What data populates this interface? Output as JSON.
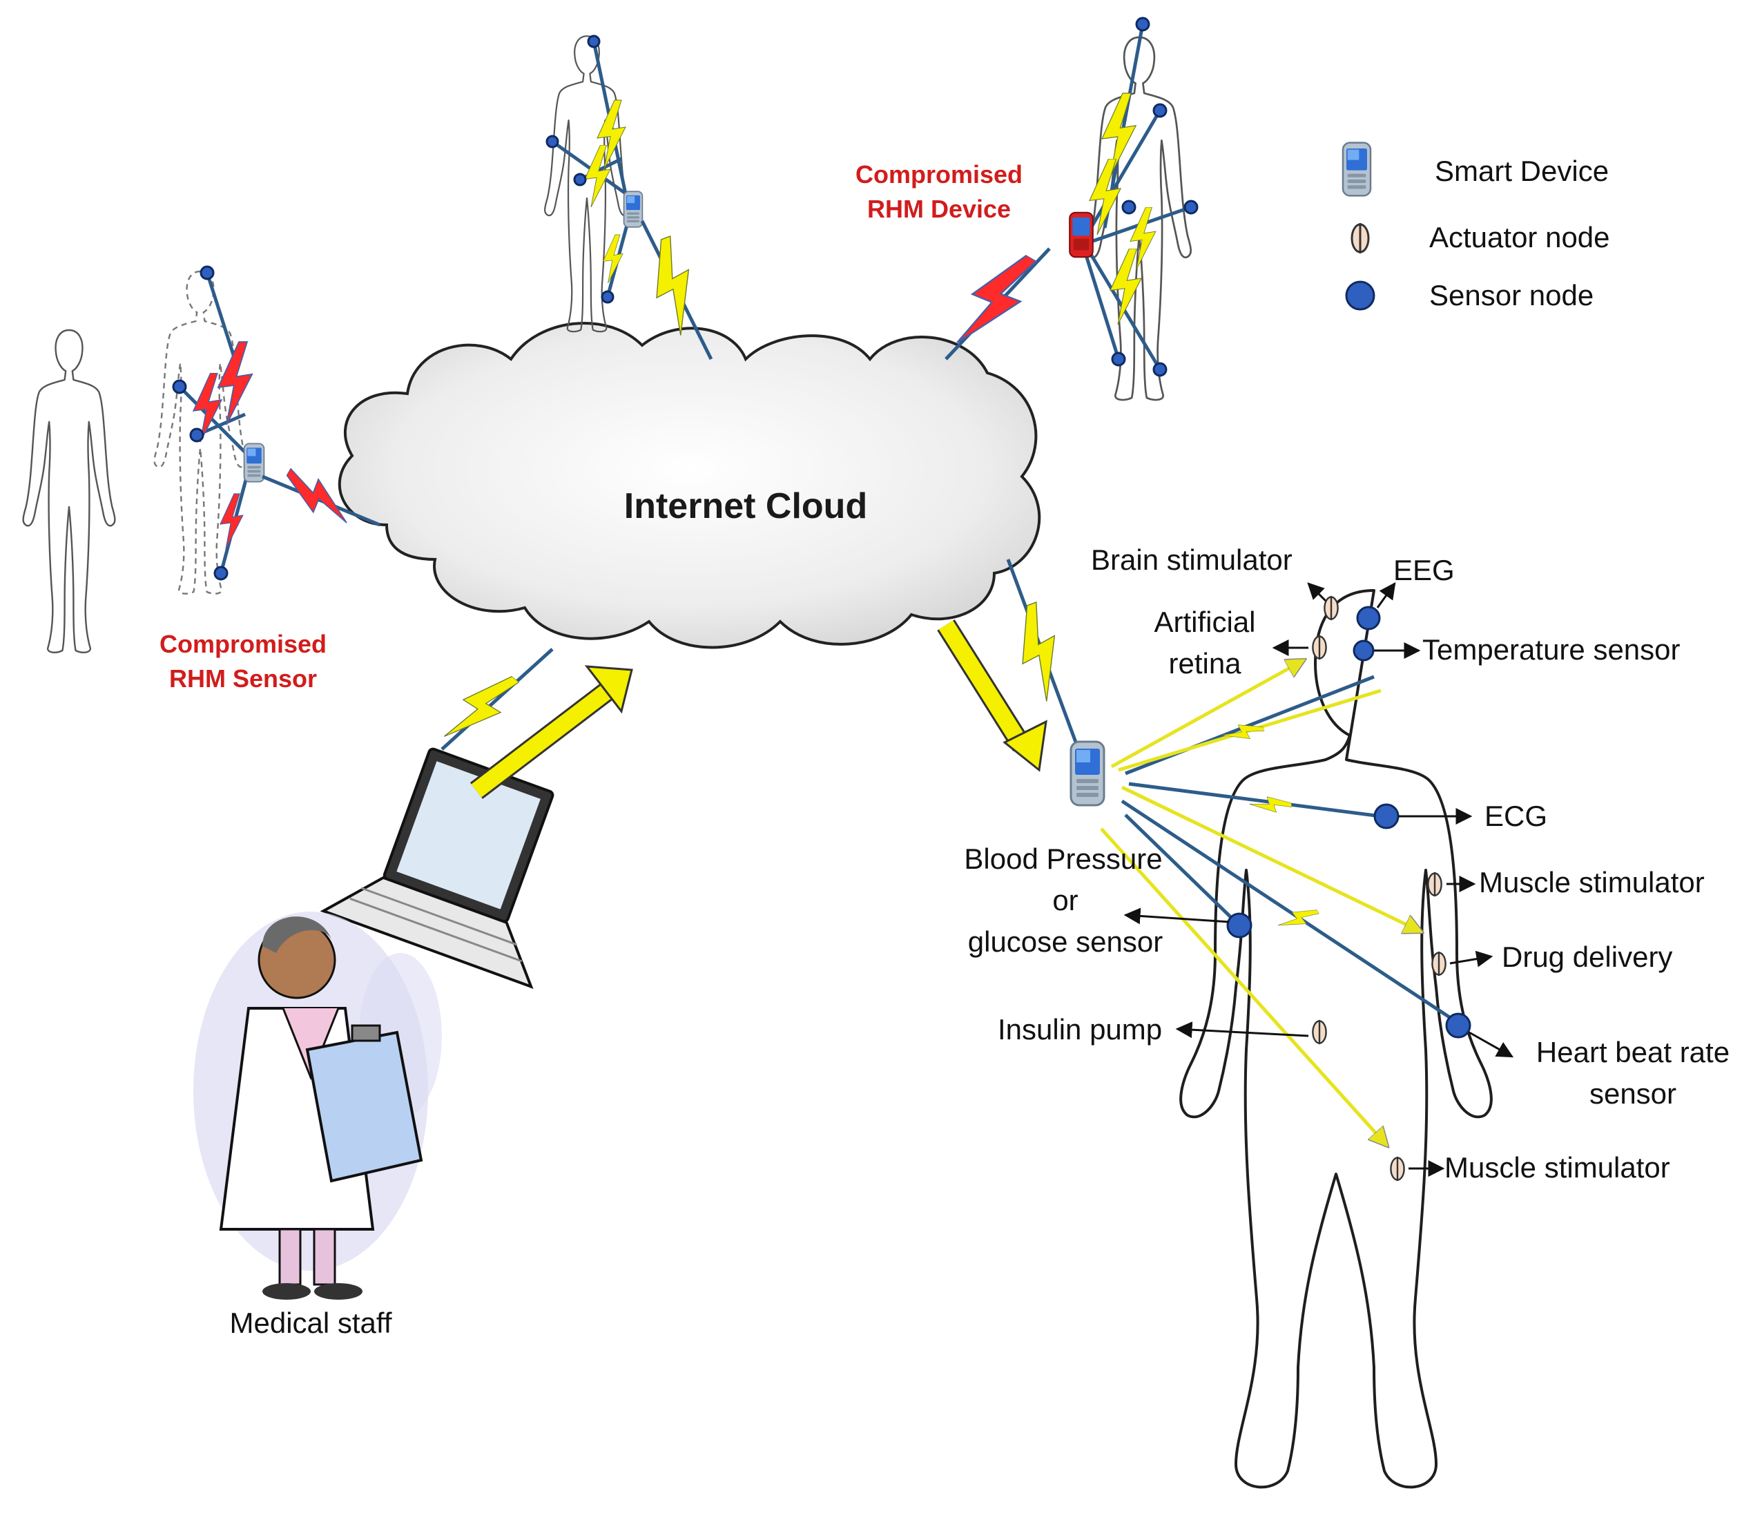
{
  "cloud": {
    "label": "Internet Cloud"
  },
  "legend": {
    "smart_device": "Smart Device",
    "actuator_node": "Actuator node",
    "sensor_node": "Sensor node"
  },
  "labels": {
    "compromised_sensor_line1": "Compromised",
    "compromised_sensor_line2": "RHM Sensor",
    "compromised_device_line1": "Compromised",
    "compromised_device_line2": "RHM Device",
    "medical_staff": "Medical staff"
  },
  "body_labels": {
    "brain_stimulator": "Brain stimulator",
    "eeg": "EEG",
    "artificial_line1": "Artificial",
    "artificial_line2": "retina",
    "temperature_sensor": "Temperature sensor",
    "ecg": "ECG",
    "muscle_stimulator_upper": "Muscle stimulator",
    "blood_line1": "Blood Pressure",
    "blood_line2": "or",
    "blood_line3": "glucose sensor",
    "drug_delivery": "Drug delivery",
    "insulin_pump": "Insulin pump",
    "heart_line1": "Heart beat rate",
    "heart_line2": "sensor",
    "muscle_stimulator_lower": "Muscle stimulator"
  },
  "colors": {
    "compromised_text": "#d21c1c",
    "sensor_node": "#2f5fbf",
    "yellow_link": "#f4f000",
    "red_link": "#ff2a2a",
    "wire": "#2d5c8a"
  },
  "icons": [
    "smart-device-icon",
    "actuator-node-icon",
    "sensor-node-icon",
    "laptop-icon",
    "cloud-icon",
    "lightning-bolt-icon"
  ]
}
